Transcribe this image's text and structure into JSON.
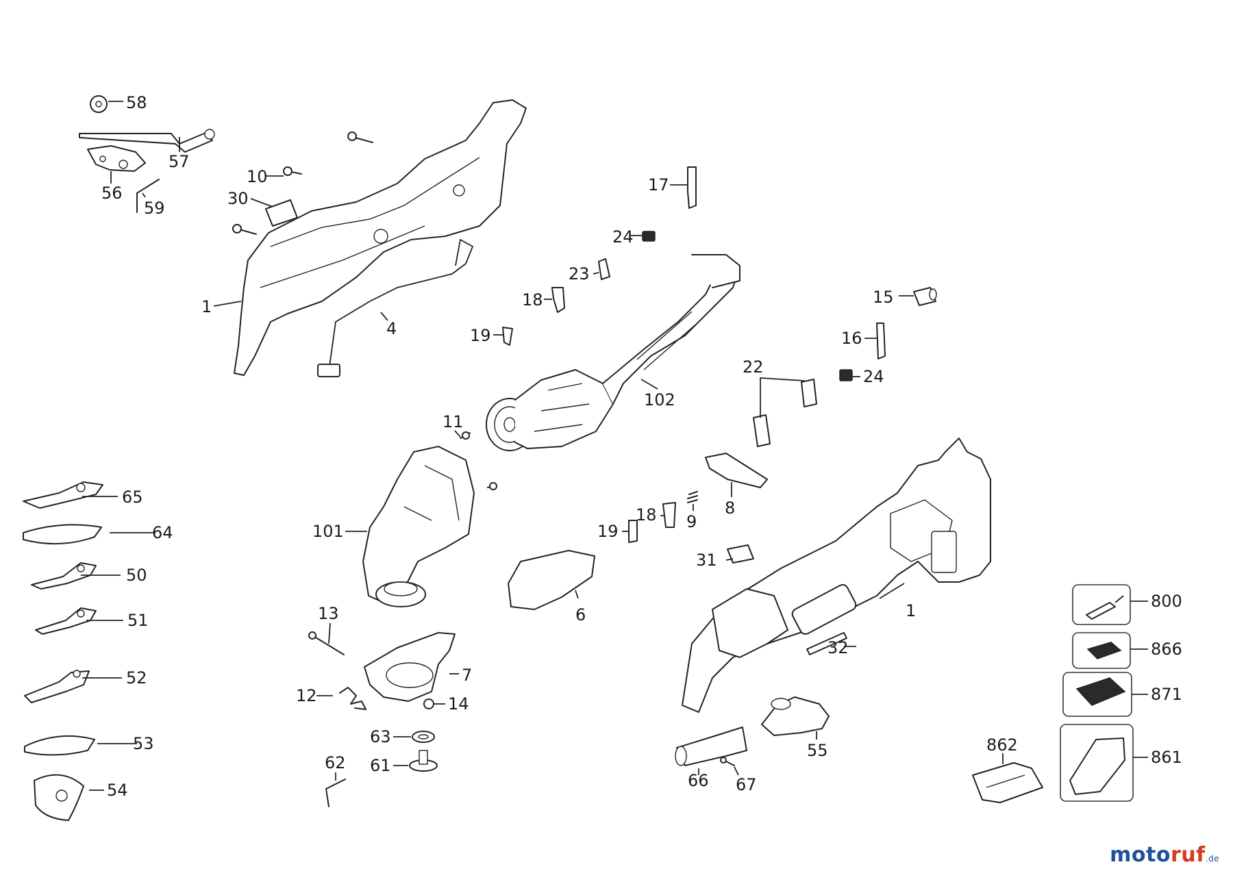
{
  "callouts": [
    "58",
    "57",
    "56",
    "59",
    "10",
    "30",
    "1",
    "4",
    "17",
    "24",
    "23",
    "18",
    "19",
    "102",
    "15",
    "16",
    "22",
    "24",
    "11",
    "8",
    "9",
    "18",
    "19",
    "101",
    "31",
    "1",
    "6",
    "13",
    "7",
    "12",
    "14",
    "63",
    "61",
    "62",
    "65",
    "64",
    "50",
    "51",
    "52",
    "53",
    "54",
    "66",
    "67",
    "55",
    "32",
    "800",
    "866",
    "871",
    "862",
    "861"
  ],
  "watermark": {
    "brand_blue": "moto",
    "brand_red": "ruf",
    "suffix": ".de",
    "color_blue": "#1f4fa0",
    "color_red": "#d43a1c"
  }
}
